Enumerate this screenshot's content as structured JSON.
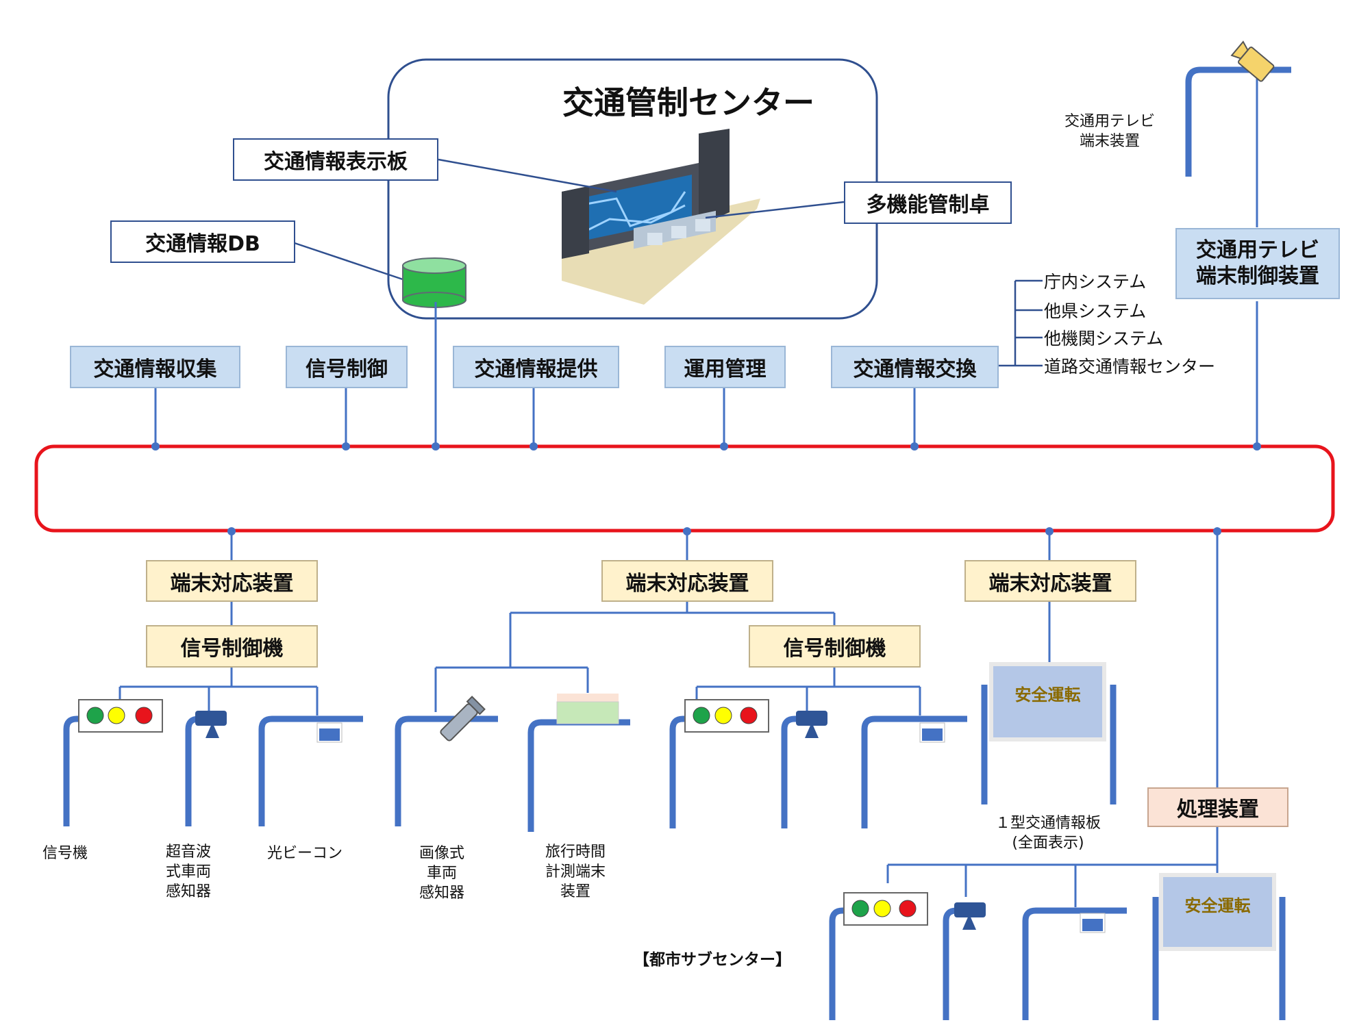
{
  "center": {
    "title": "交通管制センター",
    "display_board": "交通情報表示板",
    "console": "多機能管制卓",
    "database": "交通情報DB"
  },
  "tv": {
    "camera_label": "交通用テレビ\n端末装置",
    "control_unit": "交通用テレビ\n端末制御装置"
  },
  "functions": [
    "交通情報収集",
    "信号制御",
    "交通情報提供",
    "運用管理",
    "交通情報交換"
  ],
  "exchange_targets": [
    "庁内システム",
    "他県システム",
    "他機関システム",
    "道路交通情報センター"
  ],
  "terminal_unit": "端末対応装置",
  "signal_controller": "信号制御機",
  "processing_unit": "処理装置",
  "safety_sign": "安全運転",
  "devices": {
    "signal": "信号機",
    "ultrasonic": "超音波\n式車両\n感知器",
    "optical_beacon": "光ビーコン",
    "image_detector": "画像式\n車両\n感知器",
    "travel_time": "旅行時間\n計測端末\n装置",
    "info_board": "１型交通情報板\n(全面表示)"
  },
  "subcenter": "【都市サブセンター】",
  "colors": {
    "network": "#e8141c",
    "pole": "#4472c4",
    "line": "#4472c4",
    "signal_green": "#1ea34a",
    "signal_yellow": "#ffff00",
    "signal_red": "#e8141c",
    "db_fill": "#2db84a"
  }
}
